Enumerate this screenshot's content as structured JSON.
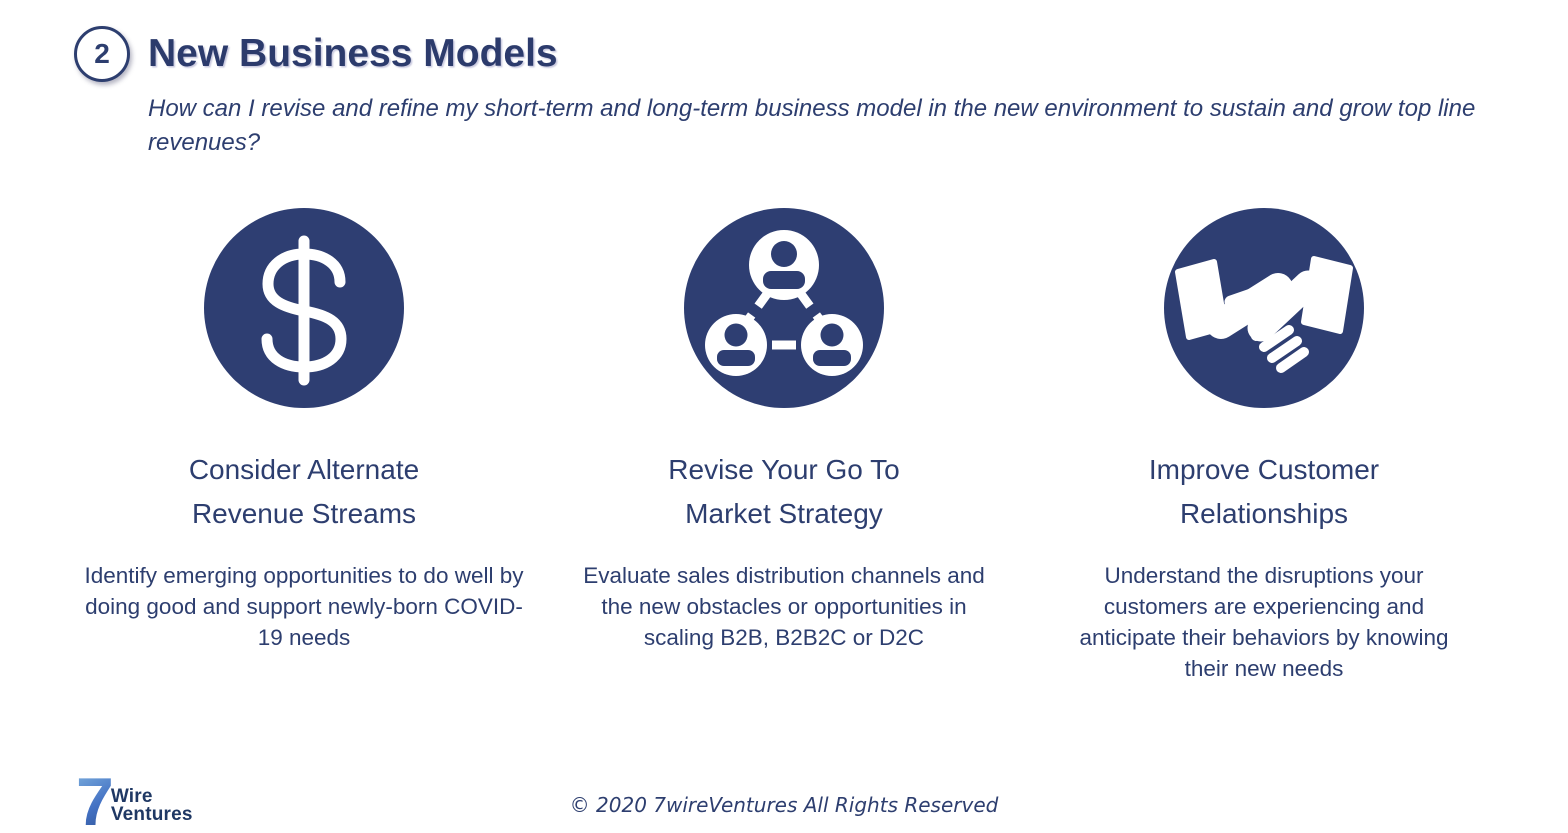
{
  "slide": {
    "badge_number": "2",
    "title": "New Business Models",
    "subtitle": "How can I revise and refine my short-term and long-term business model in the new environment to sustain and grow top line revenues?",
    "footer_copyright": "© 2020 7wireVentures All Rights Reserved"
  },
  "logo": {
    "seven": "7",
    "wire": "Wire",
    "ventures": "Ventures"
  },
  "colors": {
    "navy_circle": "#2E3E72",
    "navy_text": "#2D3E6F",
    "logo_text_navy": "#1F3864",
    "logo_gradient_light": "#74A6DA",
    "logo_gradient_dark": "#2F5496",
    "background": "#FFFFFF"
  },
  "columns": [
    {
      "icon": "dollar-icon",
      "title_line1": "Consider Alternate",
      "title_line2": "Revenue Streams",
      "description": "Identify emerging opportunities to do well by doing good and support newly-born COVID-19 needs"
    },
    {
      "icon": "network-people-icon",
      "title_line1": "Revise Your Go To",
      "title_line2": "Market Strategy",
      "description": "Evaluate sales distribution channels and the new obstacles or opportunities in scaling B2B, B2B2C or D2C"
    },
    {
      "icon": "handshake-icon",
      "title_line1": "Improve Customer",
      "title_line2": "Relationships",
      "description": "Understand the disruptions your customers are experiencing and anticipate their behaviors by knowing their new needs"
    }
  ]
}
